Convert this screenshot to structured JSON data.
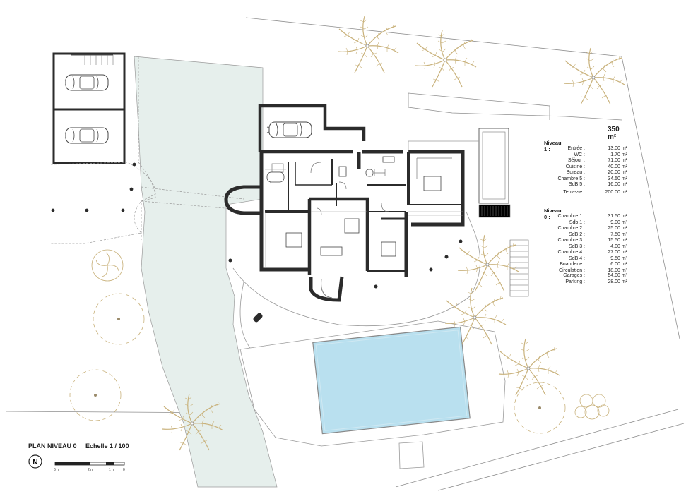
{
  "summary": {
    "total_area": "350 m²"
  },
  "level1": {
    "title": "Niveau 1 :",
    "rows": [
      {
        "name": "Entrée :",
        "value": "13.00 m²"
      },
      {
        "name": "WC :",
        "value": "1.70 m²"
      },
      {
        "name": "Séjour :",
        "value": "71.00 m²"
      },
      {
        "name": "Cuisine :",
        "value": "40.00 m²"
      },
      {
        "name": "Bureau :",
        "value": "20.00 m²"
      },
      {
        "name": "Chambre 5 :",
        "value": "34.50 m²"
      },
      {
        "name": "SdB 5 :",
        "value": "16.00 m²"
      }
    ],
    "terrace": {
      "name": "Terrasse :",
      "value": "200.00 m²"
    }
  },
  "level0": {
    "title": "Niveau 0 :",
    "rows": [
      {
        "name": "Chambre 1 :",
        "value": "31.50 m²"
      },
      {
        "name": "Sdb 1 :",
        "value": "9.00 m²"
      },
      {
        "name": "Chambre 2 :",
        "value": "25.00 m²"
      },
      {
        "name": "SdB 2 :",
        "value": "7.50 m²"
      },
      {
        "name": "Chambre 3 :",
        "value": "15.50 m²"
      },
      {
        "name": "SdB 3 :",
        "value": "4.00 m²"
      },
      {
        "name": "Chambre 4 :",
        "value": "27.00 m²"
      },
      {
        "name": "SdB 4 :",
        "value": "9.50 m²"
      },
      {
        "name": "Buanderie :",
        "value": "6.00 m²"
      },
      {
        "name": "Circulation :",
        "value": "18.00 m²"
      }
    ],
    "garages": {
      "name": "Garages :",
      "value": "54.00 m²"
    },
    "parking": {
      "name": "Parking :",
      "value": "28.00 m²"
    }
  },
  "footer": {
    "plan_title": "PLAN NIVEAU 0",
    "scale": "Echelle 1 / 100",
    "north_letter": "N",
    "scale_marks": [
      "6 m",
      "2 m",
      "1 m",
      "0"
    ]
  },
  "colors": {
    "wall": "#2b2b2b",
    "pool": "#b9e0ef",
    "drive": "#e6efec",
    "palm": "#c9b27c",
    "line": "#9a9a9a"
  }
}
